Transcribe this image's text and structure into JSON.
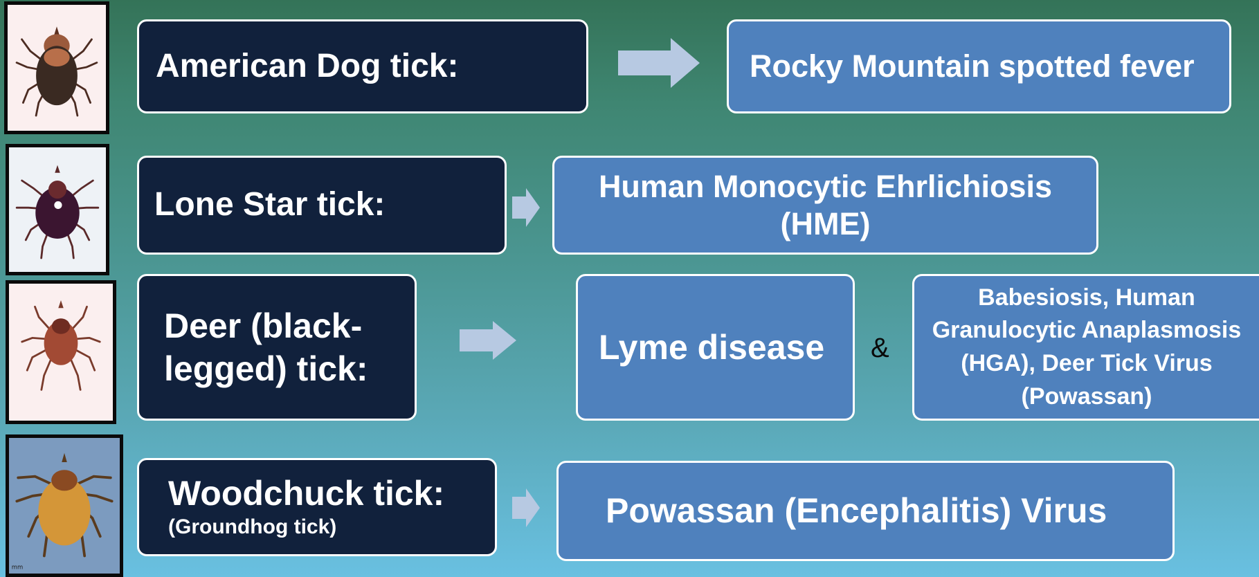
{
  "rows": [
    {
      "tick_label": "American Dog tick:",
      "tick_sublabel": "",
      "diseases": [
        "Rocky Mountain spotted fever"
      ]
    },
    {
      "tick_label": "Lone Star tick:",
      "tick_sublabel": "",
      "diseases": [
        "Human Monocytic Ehrlichiosis (HME)"
      ]
    },
    {
      "tick_label": "Deer (black-legged) tick:",
      "tick_sublabel": "",
      "diseases": [
        "Lyme disease",
        "Babesiosis, Human Granulocytic Anaplasmosis (HGA), Deer Tick Virus (Powassan)"
      ],
      "connector": "&"
    },
    {
      "tick_label": "Woodchuck tick:",
      "tick_sublabel": "(Groundhog tick)",
      "diseases": [
        "Powassan (Encephalitis) Virus"
      ]
    }
  ],
  "photo_scale_text": "mm",
  "colors": {
    "tick_box": "#11213c",
    "disease_box": "#4f81bd",
    "arrow": "#b7c9e2",
    "border": "#ffffff",
    "background_top": "#347358",
    "background_bottom": "#69c0e1"
  },
  "icons": [
    "tick-photo",
    "right-arrow-icon"
  ]
}
